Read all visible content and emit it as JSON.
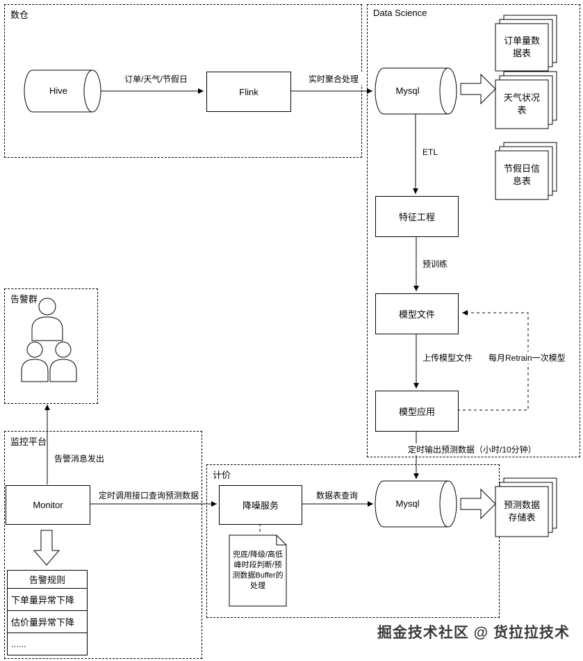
{
  "groups": {
    "warehouse": "数仓",
    "data_science": "Data Science",
    "alert_group": "告警群",
    "monitor_platform": "监控平台",
    "pricing": "计价"
  },
  "nodes": {
    "hive": "Hive",
    "flink": "Flink",
    "mysql_ds": "Mysql",
    "feature_engineering": "特征工程",
    "model_file": "模型文件",
    "model_app": "模型应用",
    "monitor": "Monitor",
    "denoise_service": "降噪服务",
    "mysql_pricing": "Mysql",
    "order_volume_table": "订单量数据表",
    "weather_table": "天气状况表",
    "holiday_table": "节假日信息表",
    "forecast_table": "预测数据存储表",
    "note": "兜底/降级/高低峰时段判断/预测数据Buffer的处理"
  },
  "edges": {
    "hive_to_flink": "订单/天气/节假日",
    "flink_to_mysql": "实时聚合处理",
    "mysql_to_feature": "ETL",
    "feature_to_model": "预训练",
    "model_to_app": "上传模型文件",
    "retrain_loop": "每月Retrain一次模型",
    "app_to_mysql": "定时输出预测数据（小时/10分钟）",
    "monitor_to_alert": "告警消息发出",
    "monitor_to_denoise": "定时调用接口查询预测数据",
    "denoise_to_mysql": "数据表查询"
  },
  "alert_rules_table": {
    "header": "告警规则",
    "rows": [
      "下单量异常下降",
      "估价量异常下降",
      "......"
    ]
  },
  "watermark": "掘金技术社区 @ 货拉拉技术"
}
